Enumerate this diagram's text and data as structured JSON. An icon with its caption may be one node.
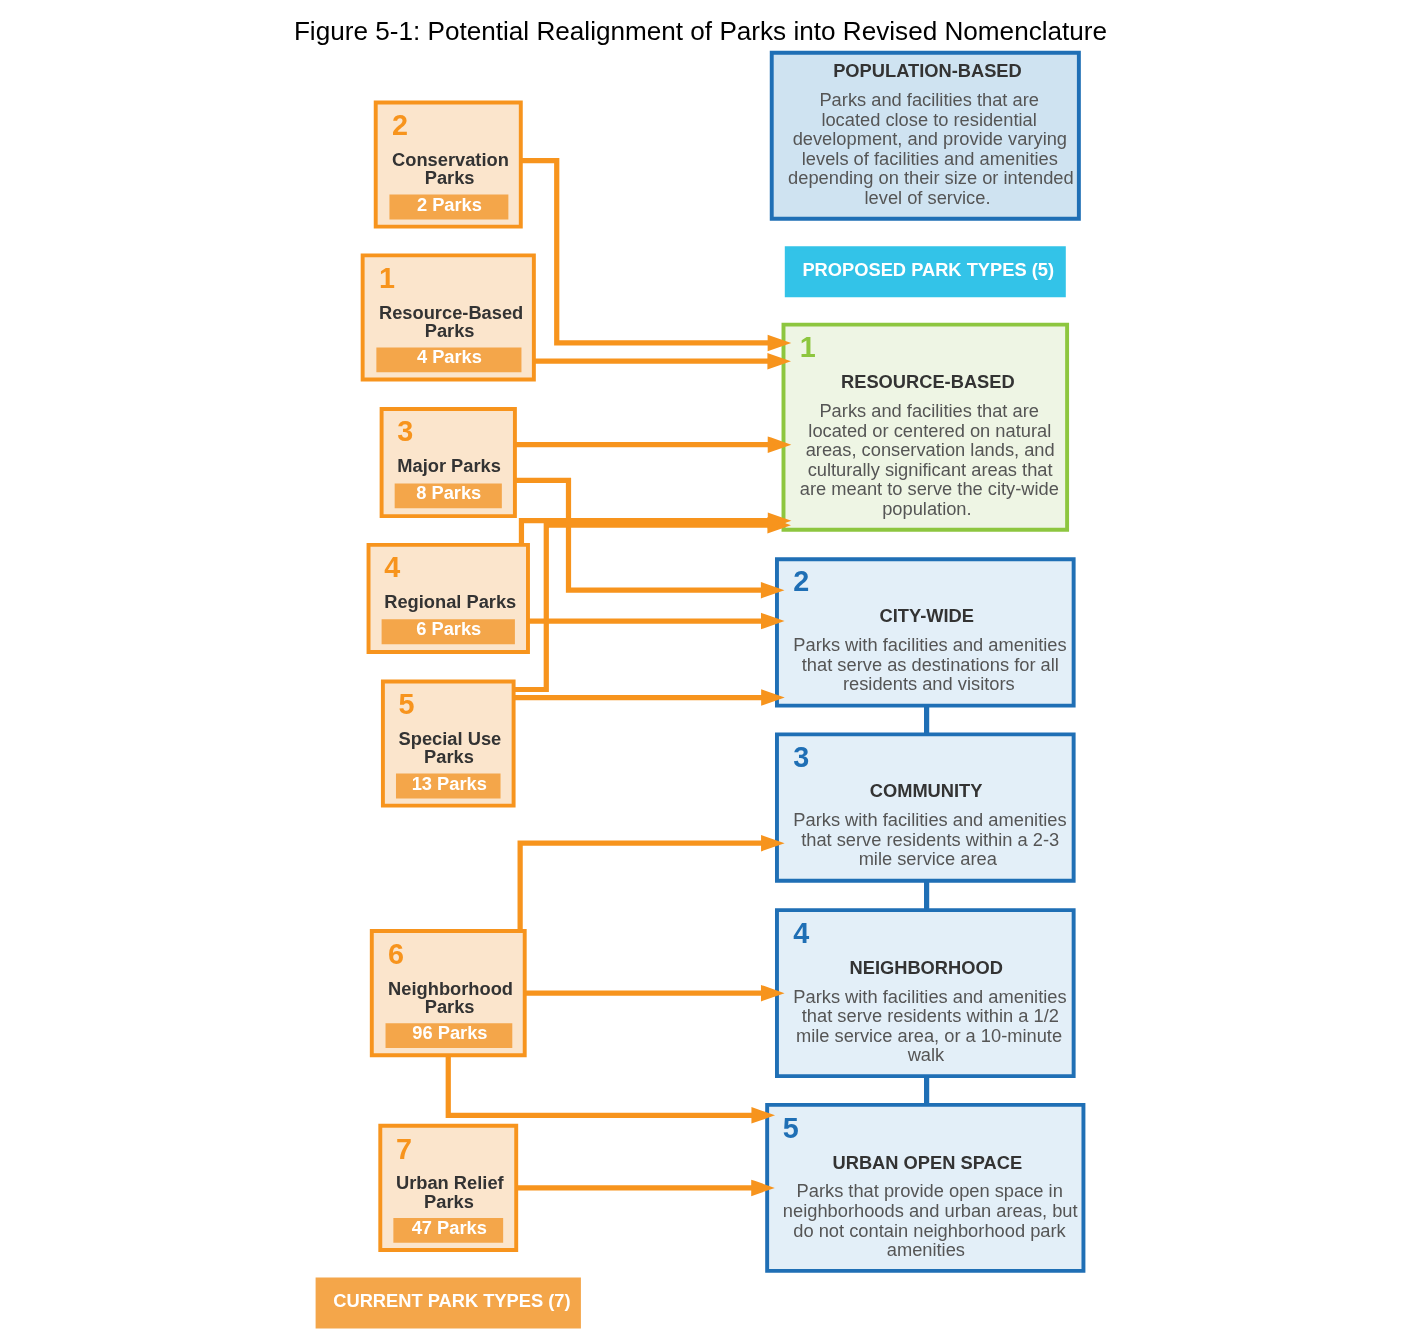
{
  "diagram": {
    "title": "Figure 5-1: Potential Realignment of Parks into Revised Nomenclature",
    "nodes": [
      {
        "text": [
          "CURRENT PARK TYPES (7)"
        ]
      },
      {
        "text": [
          "1",
          "Resource-Based Parks",
          "4 Parks"
        ]
      },
      {
        "text": [
          "2",
          "Conservation Parks",
          "2 Parks"
        ]
      },
      {
        "text": [
          "3",
          "Major Parks",
          "8 Parks"
        ]
      },
      {
        "text": [
          "4",
          "Regional Parks",
          "6 Parks"
        ]
      },
      {
        "text": [
          "5",
          "Special Use Parks",
          "13 Parks"
        ]
      },
      {
        "text": [
          "6",
          "Neighborhood Parks",
          "96 Parks"
        ]
      },
      {
        "text": [
          "7",
          "Urban Relief Parks",
          "47 Parks"
        ]
      },
      {
        "text": [
          "PROPOSED PARK TYPES (5)"
        ]
      },
      {
        "text": [
          "1",
          "RESOURCE-BASED",
          "Parks and facilities that are located or centered on natural areas, conservation lands, and culturally significant areas that are meant to serve the city-wide population."
        ]
      },
      {
        "text": [
          "POPULATION-BASED",
          "Parks and facilities that are located close to residential development, and provide varying levels of facilities and amenities depending on their size or intended level of service."
        ]
      },
      {
        "text": [
          "2",
          "CITY-WIDE",
          "Parks with facilities and amenities that serve as destinations for all residents and visitors"
        ]
      },
      {
        "text": [
          "3",
          "COMMUNITY",
          "Parks with facilities and amenities that serve residents within a 2-3 mile service area"
        ]
      },
      {
        "text": [
          "4",
          "NEIGHBORHOOD",
          "Parks with facilities and amenities that serve residents within a 1/2 mile service area, or a 10-minute walk"
        ]
      },
      {
        "text": [
          "5",
          "URBAN OPEN SPACE",
          "Parks that provide open space in neighborhoods and urban areas, but do not contain neighborhood park amenities"
        ]
      }
    ],
    "edges": [
      {
        "from": 1,
        "to": 9,
        "arrow": "to"
      },
      {
        "from": 2,
        "to": 9,
        "arrow": "to"
      },
      {
        "from": 3,
        "to": 9,
        "arrow": "to"
      },
      {
        "from": 3,
        "to": 11,
        "arrow": "to"
      },
      {
        "from": 4,
        "to": 9,
        "arrow": "to"
      },
      {
        "from": 4,
        "to": 11,
        "arrow": "to"
      },
      {
        "from": 5,
        "to": 9,
        "arrow": "to"
      },
      {
        "from": 5,
        "to": 11,
        "arrow": "to"
      },
      {
        "from": 6,
        "to": 12,
        "arrow": "to"
      },
      {
        "from": 6,
        "to": 13,
        "arrow": "to"
      },
      {
        "from": 6,
        "to": 14,
        "arrow": "to"
      },
      {
        "from": 7,
        "to": 14,
        "arrow": "to"
      },
      {
        "from": 11,
        "to": 12,
        "arrow": "none",
        "color": "#1f6fb5"
      },
      {
        "from": 12,
        "to": 13,
        "arrow": "none",
        "color": "#1f6fb5"
      },
      {
        "from": 13,
        "to": 14,
        "arrow": "none",
        "color": "#1f6fb5"
      }
    ]
  }
}
